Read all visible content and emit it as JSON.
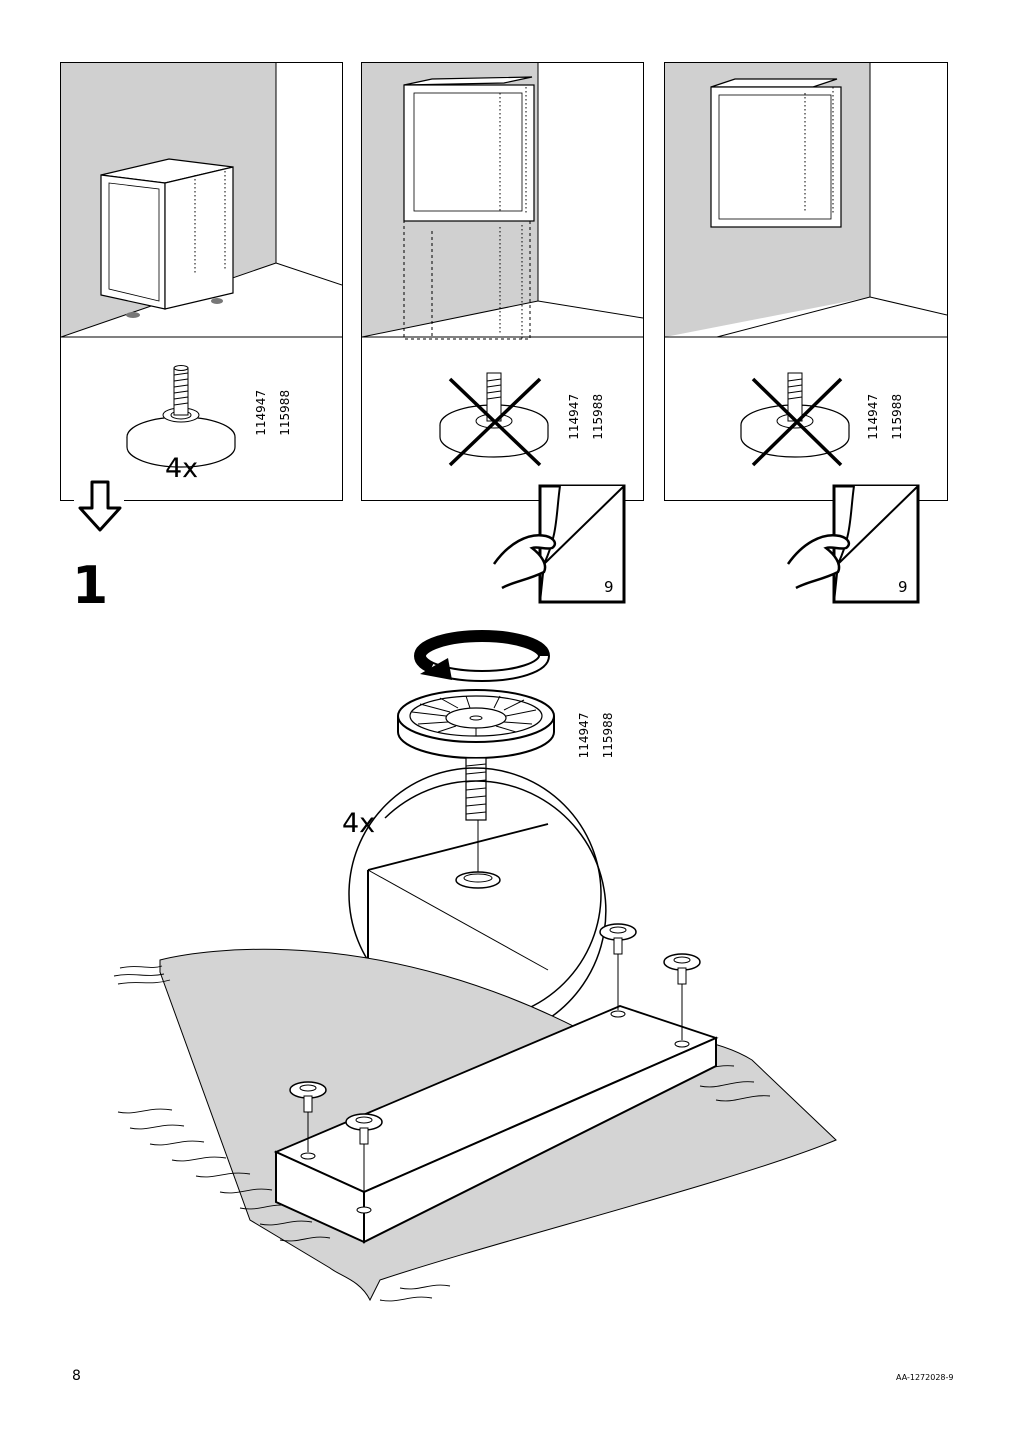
{
  "panels": [
    {
      "part_numbers": [
        "114947",
        "115988"
      ],
      "quantity": "4x",
      "allowed": true
    },
    {
      "part_numbers": [
        "114947",
        "115988"
      ],
      "allowed": false,
      "see_page": "9"
    },
    {
      "part_numbers": [
        "114947",
        "115988"
      ],
      "allowed": false,
      "see_page": "9"
    }
  ],
  "step": {
    "number": "1"
  },
  "detail": {
    "part_numbers": [
      "114947",
      "115988"
    ],
    "quantity": "4x"
  },
  "footer": {
    "page_number": "8",
    "document_id": "AA-1272028-9"
  },
  "colors": {
    "wall_gray": "#d0d0d0",
    "rug_gray": "#d4d4d4",
    "line": "#000000"
  },
  "icons": [
    "down-arrow-icon",
    "prohibited-cross-icon",
    "turn-page-icon",
    "rotate-arrow-icon"
  ]
}
